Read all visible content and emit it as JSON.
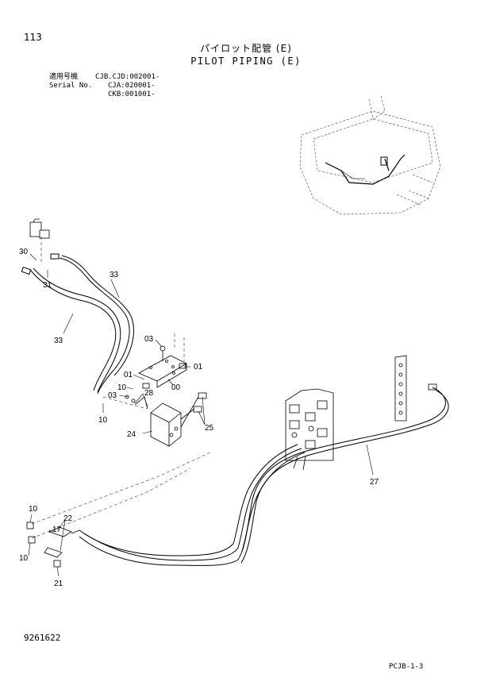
{
  "header": {
    "page_number": "113",
    "title_jp": "パイロット配管 (E)",
    "title_en": "PILOT PIPING (E)"
  },
  "serial": {
    "label_jp": "適用号機",
    "label_en": "Serial No.",
    "values": [
      "CJB.CJD:002001-",
      "CJA:020001-",
      "CKB:001001-"
    ]
  },
  "callouts": {
    "c30": "30",
    "c31": "31",
    "c33a": "33",
    "c33b": "33",
    "c03a": "03",
    "c01a": "01",
    "c01b": "01",
    "c00": "00",
    "c10a": "10",
    "c03b": "03",
    "c28": "28",
    "c10b": "10",
    "c24": "24",
    "c25": "25",
    "c27": "27",
    "c10c": "10",
    "c22": "22",
    "c17": "17",
    "c10d": "10",
    "c21": "21"
  },
  "footer": {
    "doc_number": "9261622",
    "page_code": "PCJB-1-3"
  }
}
